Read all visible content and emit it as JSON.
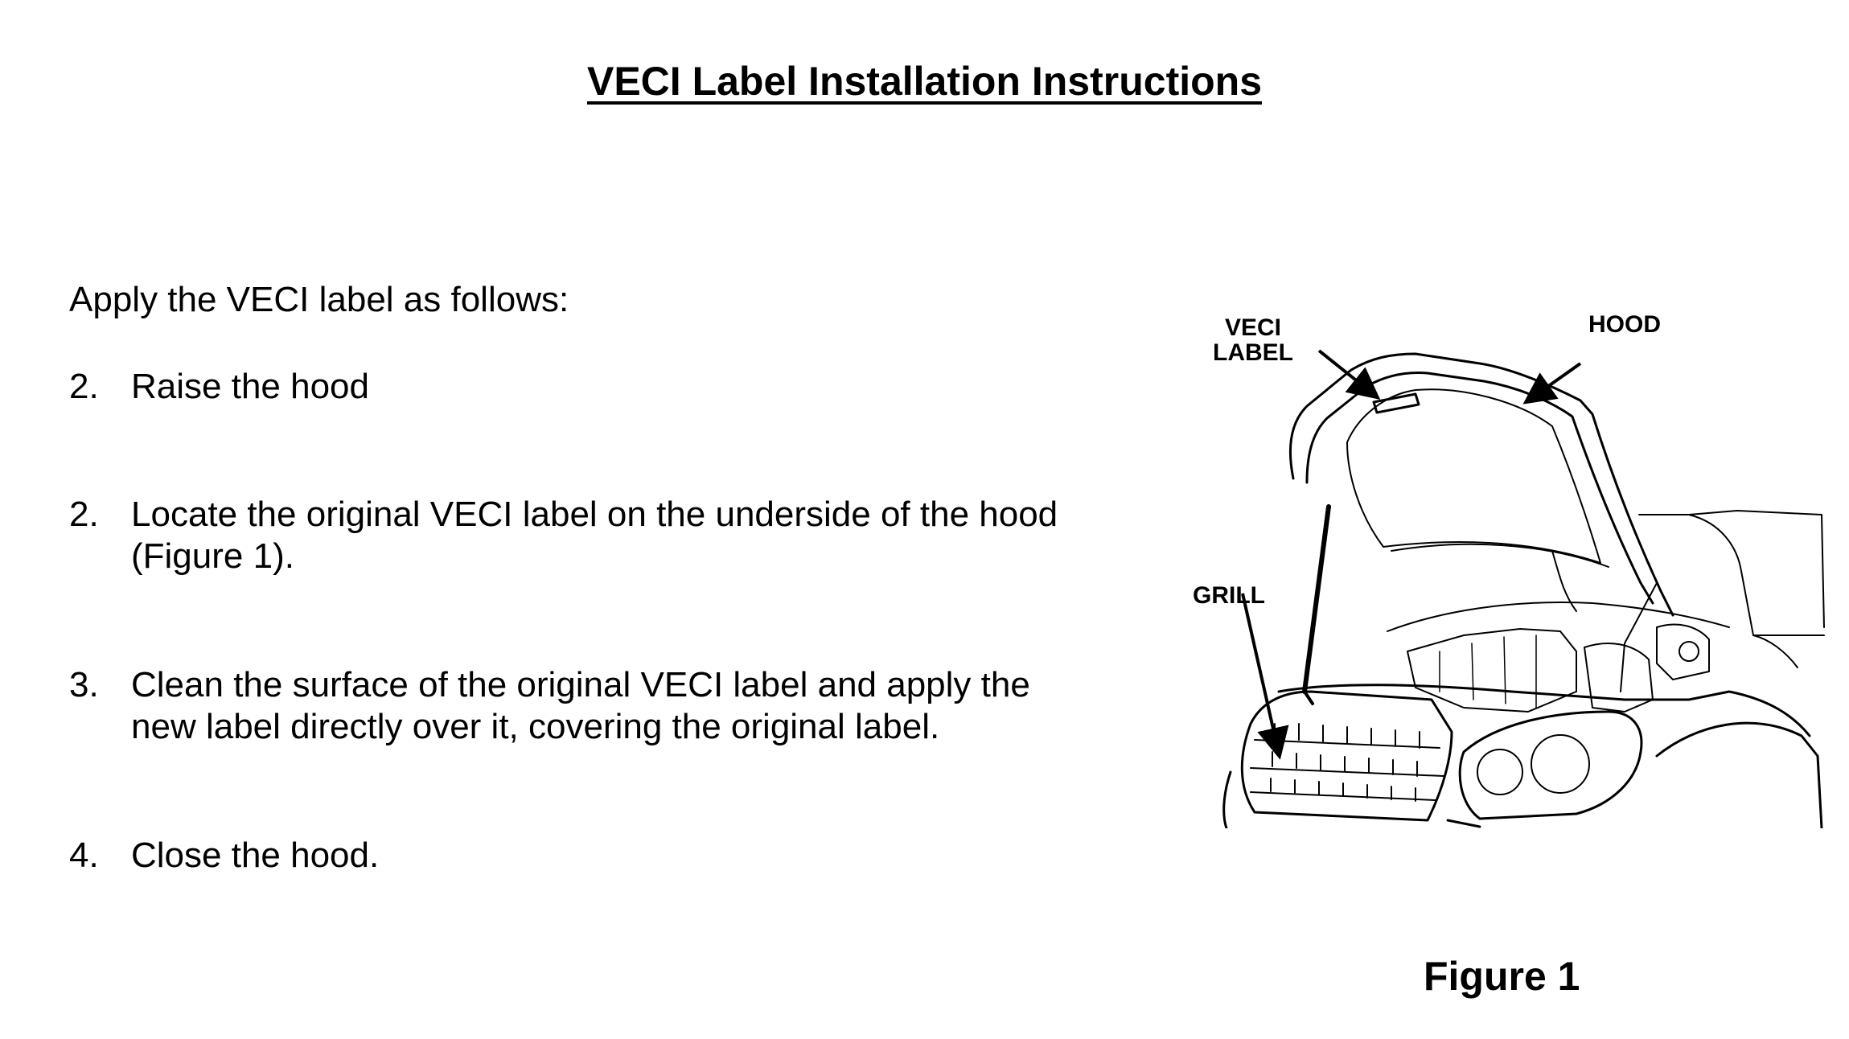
{
  "document": {
    "title": "VECI Label Installation Instructions",
    "intro": "Apply the VECI label as follows:",
    "steps": [
      {
        "number": "2.",
        "lines": [
          "Raise the hood"
        ]
      },
      {
        "number": "2.",
        "lines": [
          "Locate the original VECI label on the underside of the hood",
          "(Figure 1)."
        ]
      },
      {
        "number": "3.",
        "lines": [
          "Clean the surface of the original VECI label and apply the",
          "new label directly over it, covering the original label."
        ]
      },
      {
        "number": "4.",
        "lines": [
          "Close the hood."
        ]
      }
    ]
  },
  "figure": {
    "caption": "Figure 1",
    "callouts": {
      "veci_label_line1": "VECI",
      "veci_label_line2": "LABEL",
      "hood": "HOOD",
      "grill": "GRILL"
    }
  }
}
